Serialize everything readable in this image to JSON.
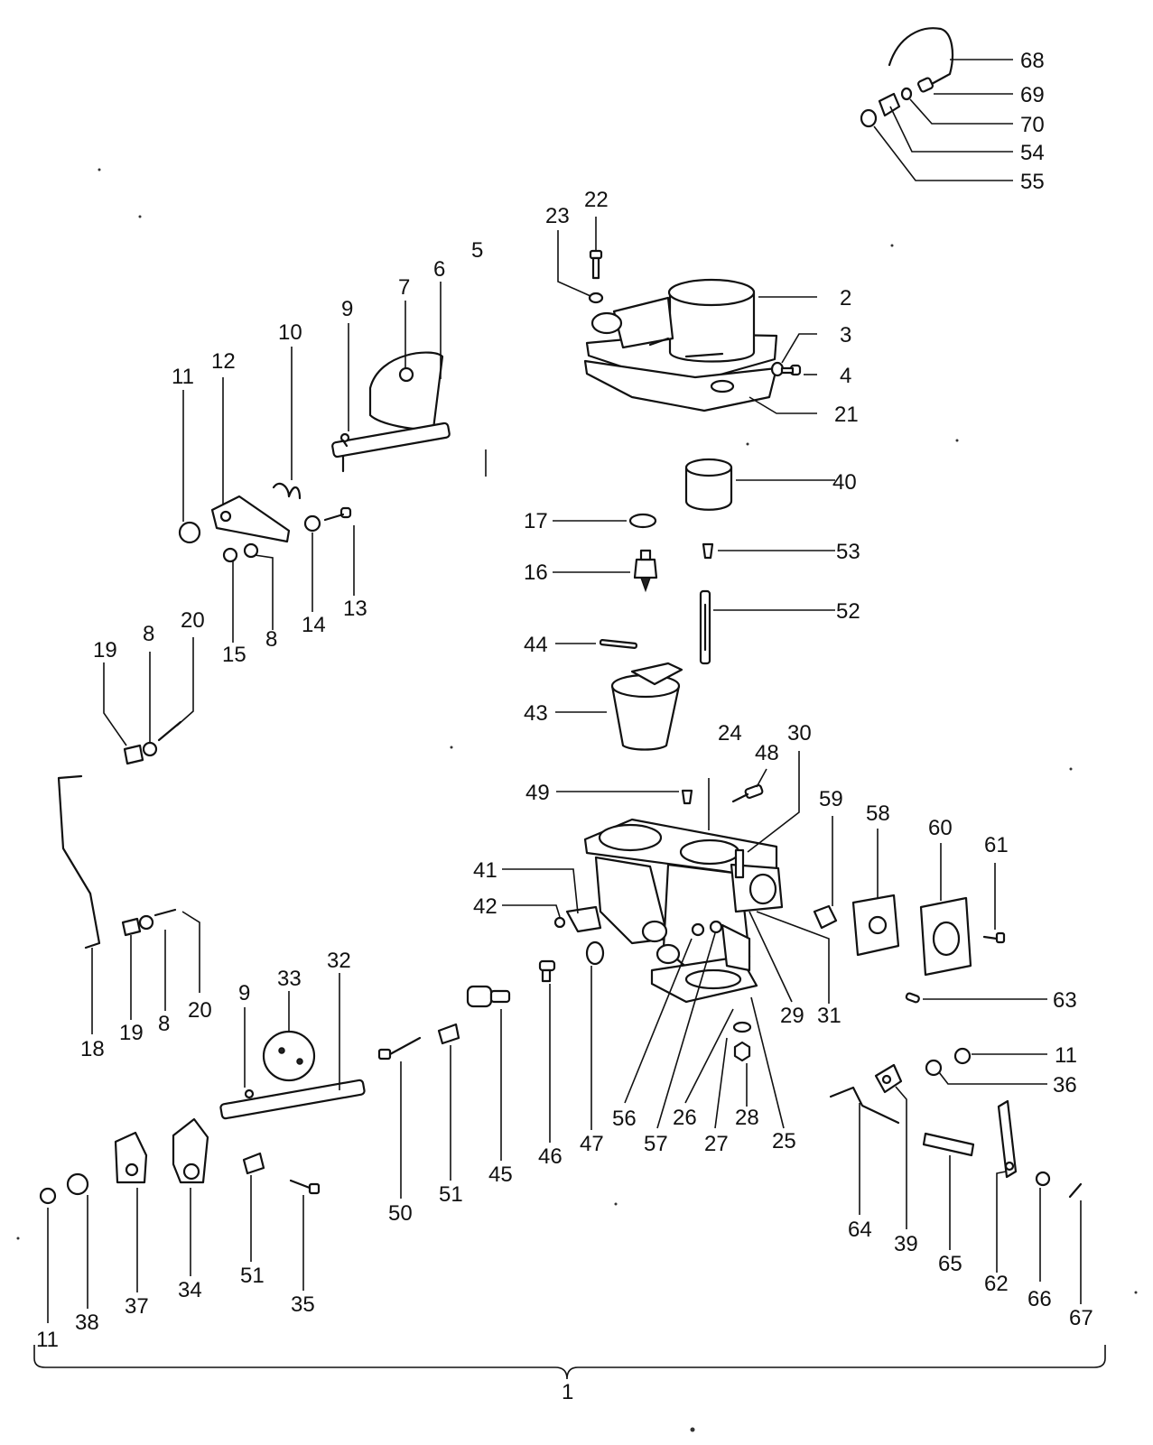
{
  "labels": {
    "n1": "1",
    "n2": "2",
    "n3": "3",
    "n4": "4",
    "n5": "5",
    "n6": "6",
    "n7": "7",
    "n8a": "8",
    "n8b": "8",
    "n8c": "8",
    "n9a": "9",
    "n9b": "9",
    "n10": "10",
    "n11a": "11",
    "n11b": "11",
    "n11c": "11",
    "n12": "12",
    "n13": "13",
    "n14": "14",
    "n15": "15",
    "n16": "16",
    "n17": "17",
    "n18": "18",
    "n19a": "19",
    "n19b": "19",
    "n20a": "20",
    "n20b": "20",
    "n21": "21",
    "n22": "22",
    "n23": "23",
    "n24": "24",
    "n25": "25",
    "n26": "26",
    "n27": "27",
    "n28": "28",
    "n29": "29",
    "n30": "30",
    "n31": "31",
    "n32": "32",
    "n33": "33",
    "n34": "34",
    "n35": "35",
    "n36": "36",
    "n37": "37",
    "n38": "38",
    "n39": "39",
    "n40": "40",
    "n41": "41",
    "n42": "42",
    "n43": "43",
    "n44": "44",
    "n45": "45",
    "n46": "46",
    "n47": "47",
    "n48": "48",
    "n49": "49",
    "n50": "50",
    "n51a": "51",
    "n51b": "51",
    "n52": "52",
    "n53": "53",
    "n54": "54",
    "n55": "55",
    "n56": "56",
    "n57": "57",
    "n58": "58",
    "n59": "59",
    "n60": "60",
    "n61": "61",
    "n62": "62",
    "n63": "63",
    "n64": "64",
    "n65": "65",
    "n66": "66",
    "n67": "67",
    "n68": "68",
    "n69": "69",
    "n70": "70"
  }
}
